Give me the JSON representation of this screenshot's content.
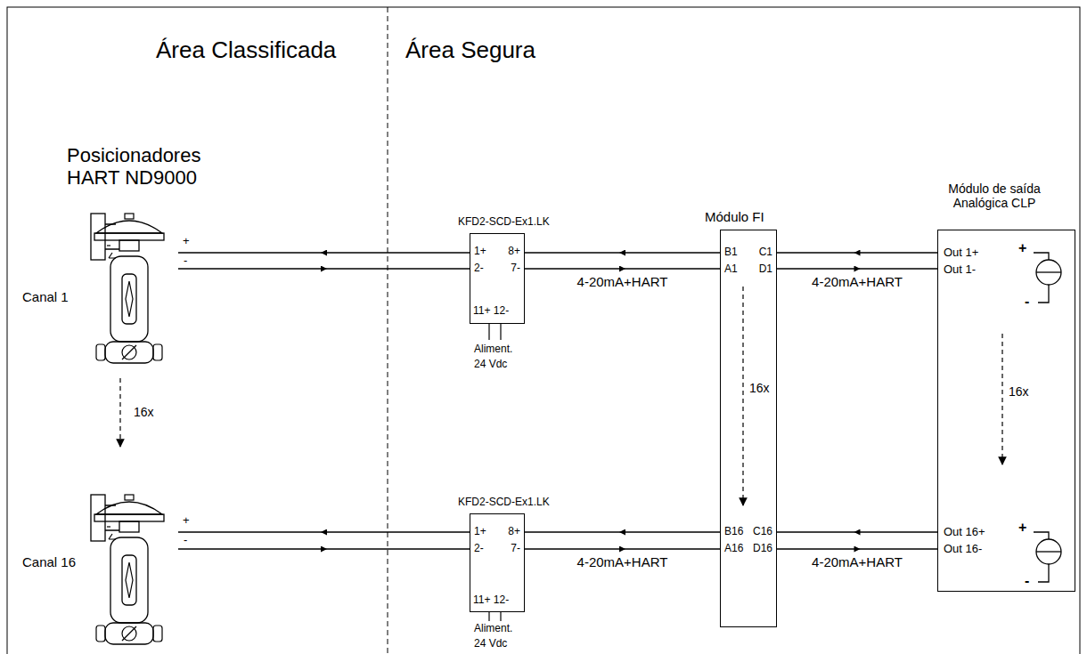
{
  "diagram": {
    "nodes": [
      {
        "text": [
          "Canal 1"
        ]
      },
      {
        "text": [
          "KFD2-SCD-Ex1.LK",
          "1+",
          "2-",
          "8+",
          "7-",
          "11+ 12-"
        ]
      },
      {
        "text": [
          "Módulo FI",
          "B1",
          "A1",
          "C1",
          "D1",
          "B16",
          "A16",
          "C16",
          "D16"
        ]
      },
      {
        "text": [
          "Módulo de saída Analógica CLP",
          "Out 1+",
          "Out 1-",
          "Out 16+",
          "Out 16-"
        ]
      },
      {
        "text": [
          "Canal 16"
        ]
      },
      {
        "text": [
          "KFD2-SCD-Ex1.LK",
          "1+",
          "2-",
          "8+",
          "7-",
          "11+ 12-"
        ]
      }
    ],
    "edges": [
      {
        "from": 1,
        "to": 0,
        "arrow": "to"
      },
      {
        "from": 0,
        "to": 1,
        "arrow": "to"
      },
      {
        "from": 2,
        "to": 1,
        "arrow": "to"
      },
      {
        "from": 1,
        "to": 2,
        "arrow": "to",
        "label": "4-20mA+HART"
      },
      {
        "from": 3,
        "to": 2,
        "arrow": "to"
      },
      {
        "from": 2,
        "to": 3,
        "arrow": "to",
        "label": "4-20mA+HART"
      },
      {
        "from": 5,
        "to": 4,
        "arrow": "to"
      },
      {
        "from": 4,
        "to": 5,
        "arrow": "to"
      },
      {
        "from": 2,
        "to": 5,
        "arrow": "to"
      },
      {
        "from": 5,
        "to": 2,
        "arrow": "to",
        "label": "4-20mA+HART"
      },
      {
        "from": 3,
        "to": 2,
        "arrow": "to"
      },
      {
        "from": 2,
        "to": 3,
        "arrow": "to",
        "label": "4-20mA+HART"
      }
    ],
    "labels": [
      "Área Classificada",
      "Área Segura",
      "Posicionadores HART ND9000",
      "+",
      "-",
      "16x",
      "+",
      "-",
      "Aliment.",
      "24 Vdc",
      "Aliment.",
      "24 Vdc",
      "16x",
      "16x",
      "+",
      "-",
      "+",
      "-"
    ]
  }
}
